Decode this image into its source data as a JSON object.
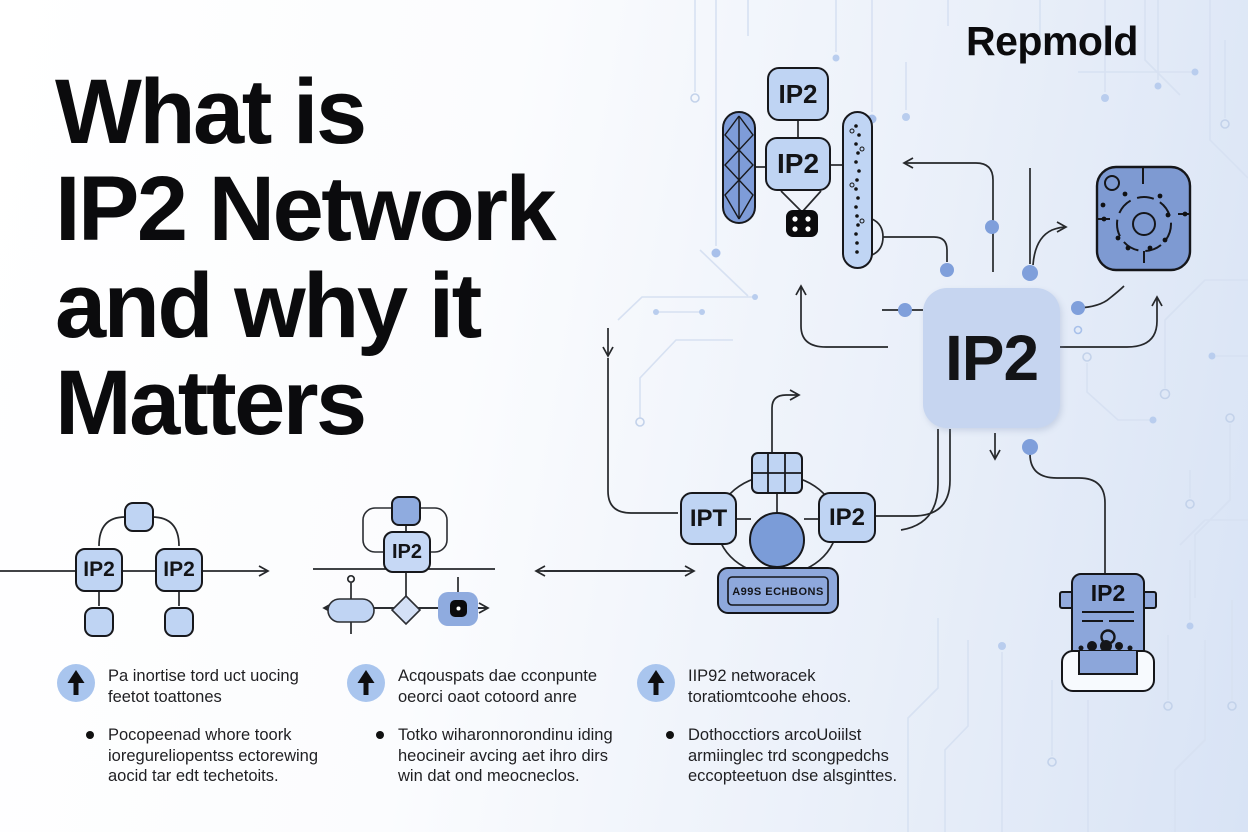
{
  "brand": "Repmold",
  "title": {
    "lines": [
      "What is",
      "IP2 Network",
      "and why it",
      "Matters"
    ]
  },
  "diagram": {
    "top_cluster": {
      "box_a": "IP2",
      "box_b": "IP2"
    },
    "chip": {
      "label": "IP2"
    },
    "cluster": {
      "left": "IPT",
      "right": "IP2",
      "screen": "A99S ECHBONS"
    },
    "tree": {
      "left": "IP2",
      "right": "IP2"
    },
    "flow": {
      "label": "IP2"
    },
    "document": {
      "label": "IP2"
    }
  },
  "columns": [
    {
      "icon": "up-arrow-icon",
      "heading": [
        "Pa inortise tord uct uocing",
        "feetot toattones"
      ],
      "bullet": [
        "Pocopeenad whore toork",
        "ioregureliopentss ectorewing",
        "aocid tar edt techetoits."
      ]
    },
    {
      "icon": "up-arrow-icon",
      "heading": [
        "Acqouspats dae cconpunte",
        "oeorci oaot cotoord anre"
      ],
      "bullet": [
        "Totko wiharonnorondinu iding",
        "heocineir avcing aet ihro dirs",
        "win dat ond meocneclos."
      ]
    },
    {
      "icon": "up-arrow-icon",
      "heading": [
        "IIP92 networacek",
        "toratiomtcoohe ehoos."
      ],
      "bullet": [
        "Dothocctiors arcoUoiilst",
        "armiinglec trd scongpedchs",
        "eccopteetuon dse alsginttes."
      ]
    }
  ],
  "icons": {
    "lattice_capsule": "crosshatch-capsule",
    "dotted_capsule": "dotted-capsule",
    "dice": "four-dot-dice",
    "processor": "radial-processor",
    "document": "ip2-document",
    "bullet_marker": "up-arrow-in-circle"
  },
  "colors": {
    "background_right": "#d8e3f5",
    "node_fill": "#bfd4f3",
    "node_border": "#17181c",
    "chip_fill": "#c6d5f0",
    "dark_blue": "#7e9cd8",
    "medium_blue": "#8ea8dc",
    "line": "#26282b",
    "trace": "#d7e1f2",
    "trace_dot": "#a8c0ea",
    "text": "#0b0b0d"
  }
}
